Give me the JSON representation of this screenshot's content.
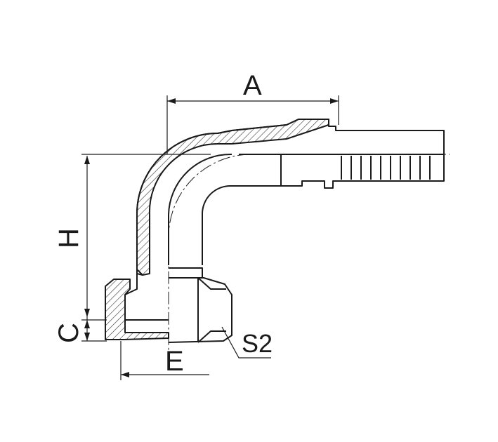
{
  "labels": {
    "a": "A",
    "h": "H",
    "c": "C",
    "e": "E",
    "s2": "S2"
  },
  "colors": {
    "line": "#1a1a1a",
    "hatch": "#333333",
    "background": "#ffffff"
  }
}
